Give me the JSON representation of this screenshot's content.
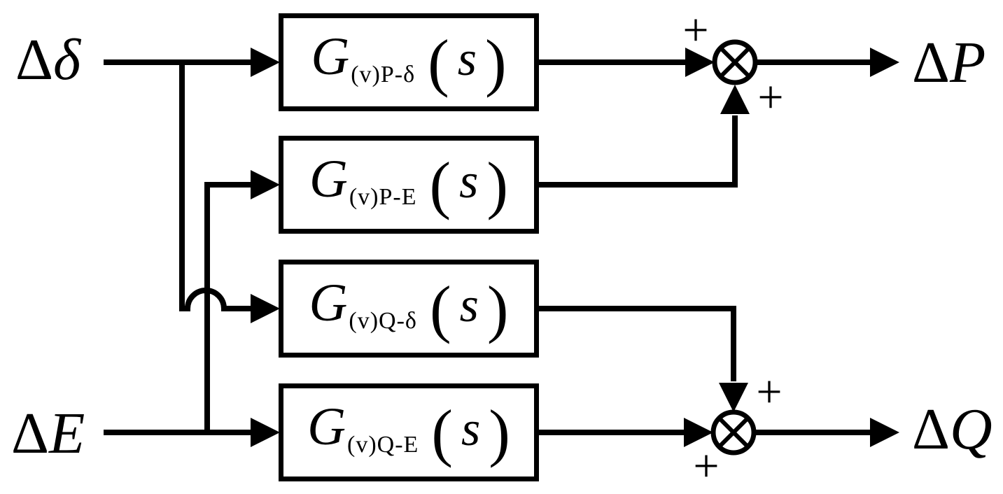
{
  "figure": {
    "type": "control-block-diagram",
    "colors": {
      "ink": "#000000",
      "background": "#ffffff"
    }
  },
  "inputs": [
    {
      "prefix": "Δ",
      "symbol": "δ"
    },
    {
      "prefix": "Δ",
      "symbol": "E"
    }
  ],
  "outputs": [
    {
      "prefix": "Δ",
      "symbol": "P"
    },
    {
      "prefix": "Δ",
      "symbol": "Q"
    }
  ],
  "blocks": [
    {
      "base": "G",
      "subscript": "(v)P-δ",
      "paren_open": "(",
      "arg": "s",
      "paren_close": ")"
    },
    {
      "base": "G",
      "subscript": "(v)P-E",
      "paren_open": "(",
      "arg": "s",
      "paren_close": ")"
    },
    {
      "base": "G",
      "subscript": "(v)Q-δ",
      "paren_open": "(",
      "arg": "s",
      "paren_close": ")"
    },
    {
      "base": "G",
      "subscript": "(v)Q-E",
      "paren_open": "(",
      "arg": "s",
      "paren_close": ")"
    }
  ],
  "sums": [
    {
      "id": "sum-P",
      "sign_left": "+",
      "sign_bottom": "+"
    },
    {
      "id": "sum-Q",
      "sign_top": "+",
      "sign_bottom": "+"
    }
  ]
}
